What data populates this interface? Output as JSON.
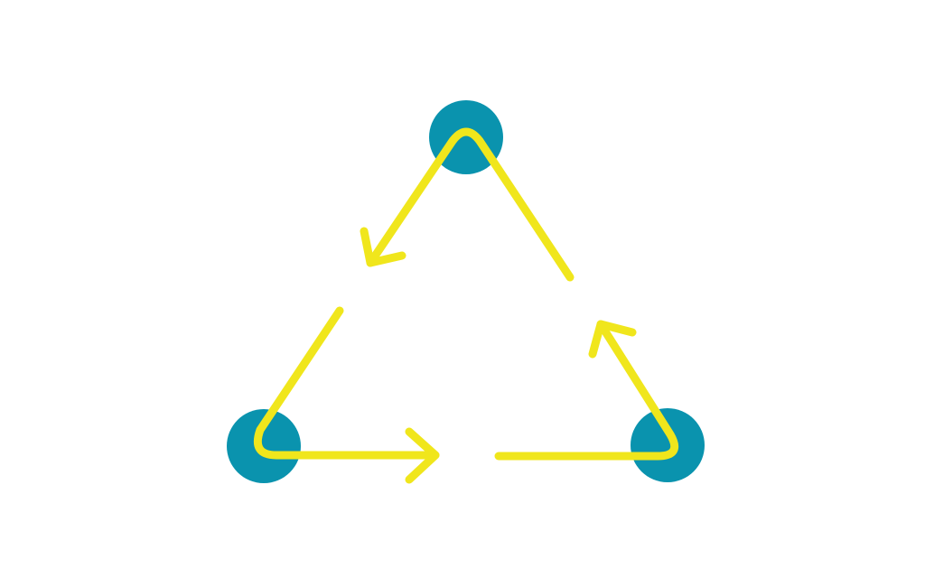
{
  "colors": {
    "background": "#ffffff",
    "node": "#0a93ae",
    "arrow": "#f0e61c"
  },
  "diagram": {
    "type": "cycle",
    "nodes": [
      {
        "id": "top"
      },
      {
        "id": "bottom-left"
      },
      {
        "id": "bottom-right"
      }
    ],
    "edges": [
      {
        "from": "top",
        "to": "bottom-left"
      },
      {
        "from": "bottom-left",
        "to": "bottom-right"
      },
      {
        "from": "bottom-right",
        "to": "top"
      }
    ]
  }
}
